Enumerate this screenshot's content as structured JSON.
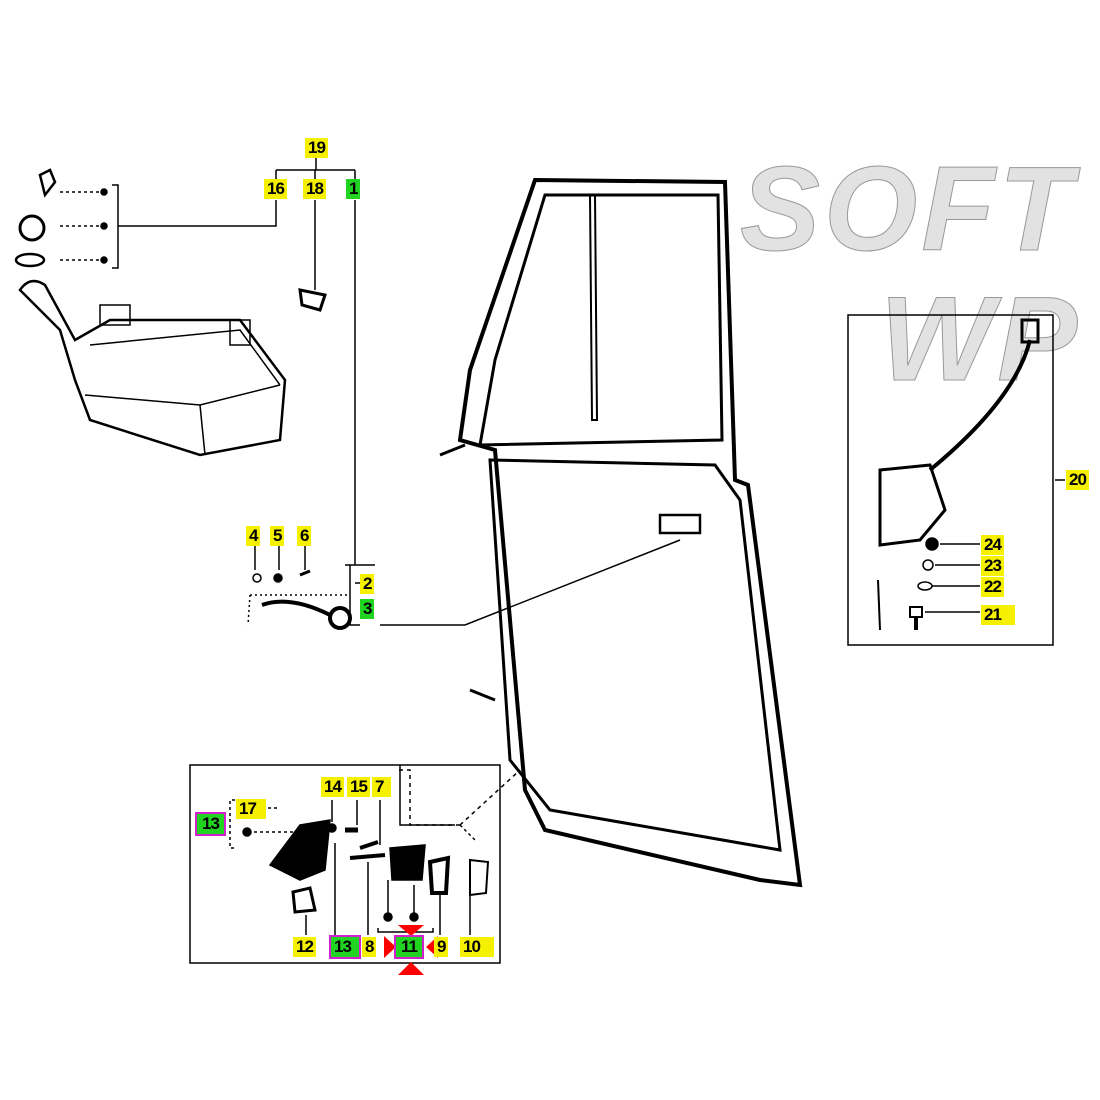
{
  "watermark": {
    "line1": "SOFT",
    "line2": "WP"
  },
  "labels": {
    "l19": "19",
    "l16": "16",
    "l18": "18",
    "l1": "1",
    "l4": "4",
    "l5": "5",
    "l6": "6",
    "l2": "2",
    "l3": "3",
    "l20": "20",
    "l24": "24",
    "l23": "23",
    "l22": "22",
    "l21": "21",
    "l17": "17",
    "l13a": "13",
    "l14": "14",
    "l15": "15",
    "l7": "7",
    "l12": "12",
    "l13b": "13",
    "l8": "8",
    "l11": "11",
    "l9": "9",
    "l10": "10"
  },
  "colors": {
    "highlight_yellow": "#f5f000",
    "highlight_green": "#22d422",
    "selection_magenta": "#d020d0",
    "marker_red": "#ff0000"
  }
}
